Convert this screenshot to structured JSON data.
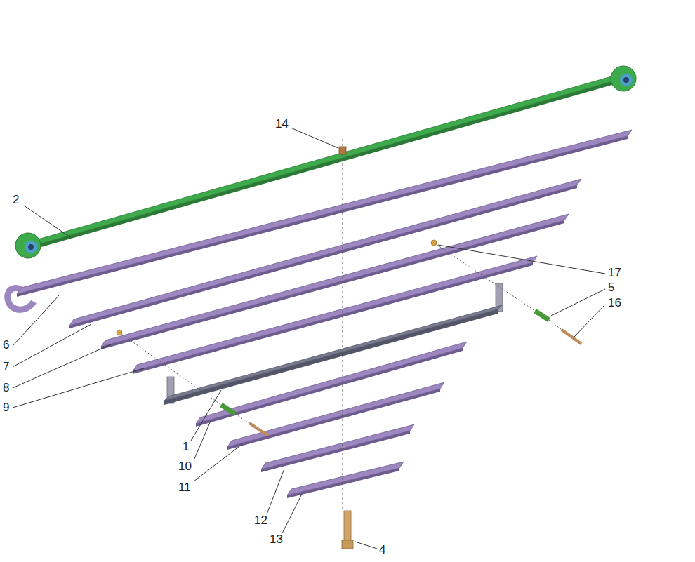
{
  "diagram": {
    "labels": [
      "14",
      "2",
      "17",
      "5",
      "16",
      "6",
      "7",
      "8",
      "9",
      "1",
      "10",
      "11",
      "12",
      "13",
      "4"
    ]
  }
}
